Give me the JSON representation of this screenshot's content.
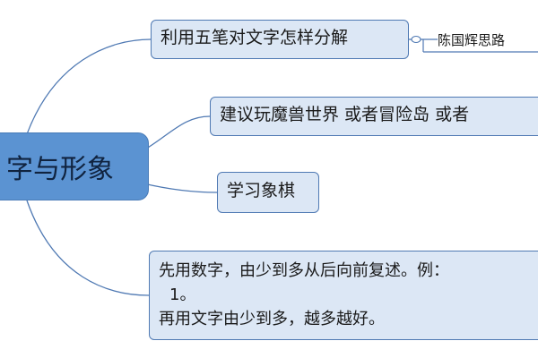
{
  "root": {
    "label": "字与形象"
  },
  "branches": [
    {
      "text": "利用五笔对文字怎样分解"
    },
    {
      "text": "建议玩魔兽世界 或者冒险岛 或者"
    },
    {
      "text": "学习象棋"
    },
    {
      "lines": [
        "先用数字，由少到多从后向前复述。例：",
        "1。",
        "再用文字由少到多，越多越好。"
      ]
    }
  ],
  "callout": {
    "text": "陈国辉思路"
  },
  "colors": {
    "root_fill": "#5b93d2",
    "topic_fill": "#dce7f5",
    "border": "#4f79b3",
    "connector": "#4f79b3"
  }
}
